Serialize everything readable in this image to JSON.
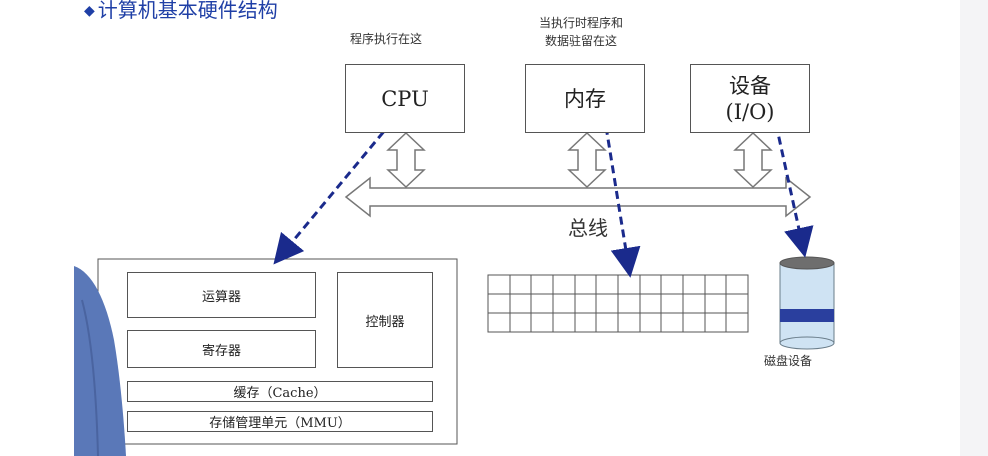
{
  "title": {
    "bullet": "◆",
    "text": "计算机基本硬件结构"
  },
  "notes": {
    "cpu_note": "程序执行在这",
    "memory_note_line1": "当执行时程序和",
    "memory_note_line2": "数据驻留在这"
  },
  "components": {
    "cpu": "CPU",
    "memory": "内存",
    "device_line1": "设备",
    "device_line2": "(I/O)"
  },
  "bus_label": "总线",
  "cpu_detail": {
    "alu": "运算器",
    "controller": "控制器",
    "registers": "寄存器",
    "cache": "缓存（Cache）",
    "mmu": "存储管理单元（MMU）"
  },
  "disk_label": "磁盘设备",
  "colors": {
    "title": "#1f3fa6",
    "arrow": "#1a2a8c",
    "disk_band": "#2a3f9e",
    "disk_top": "#6e6e6e"
  },
  "memory_grid": {
    "rows": 3,
    "cols": 12
  }
}
